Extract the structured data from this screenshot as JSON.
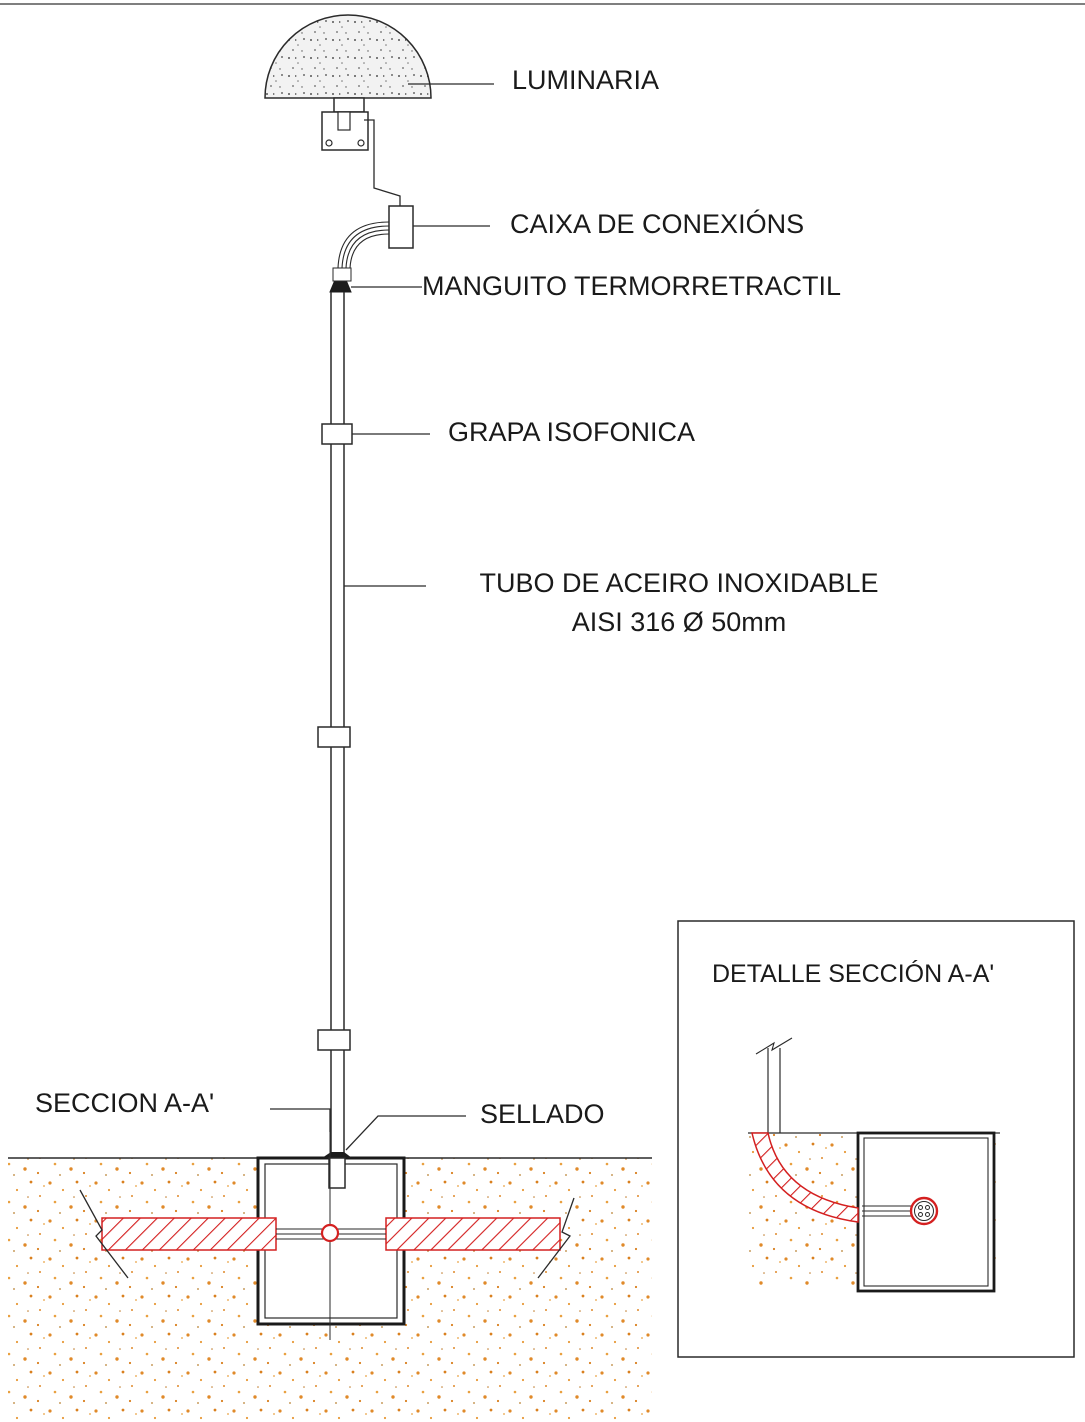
{
  "labels": {
    "luminaria": "LUMINARIA",
    "caixa": "CAIXA DE CONEXIÓNS",
    "manguito": "MANGUITO TERMORRETRACTIL",
    "grapa": "GRAPA ISOFONICA",
    "tubo_line1": "TUBO DE ACEIRO INOXIDABLE",
    "tubo_line2": "AISI 316 Ø 50mm",
    "seccion": "SECCION A-A'",
    "sellado": "SELLADO"
  },
  "detail": {
    "title": "DETALLE SECCIÓN A-A'"
  },
  "colors": {
    "line": "#2a2a2a",
    "hatch_red": "#d42020",
    "soil_dots": "#e08a2a",
    "lamp_fill": "#f2f2f2"
  }
}
